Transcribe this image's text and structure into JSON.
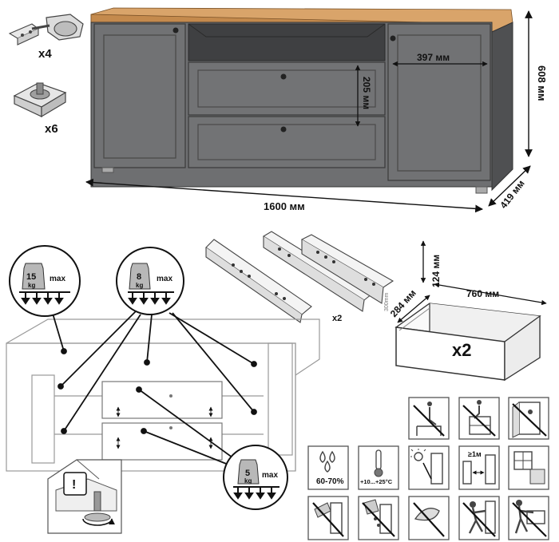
{
  "hardware": {
    "hinges_qty": "x4",
    "feet_qty": "x6"
  },
  "dimensions": {
    "opening_width": "397 мм",
    "drawer_height": "205 мм",
    "height": "608 мм",
    "width": "1600 мм",
    "depth": "419 мм"
  },
  "rails": {
    "qty": "x2",
    "rail_length": "300mm"
  },
  "drawer_box": {
    "height": "124 мм",
    "width": "760 мм",
    "depth": "284 мм",
    "qty": "x2"
  },
  "load_limits": {
    "top": {
      "weight": "15",
      "unit": "kg",
      "max": "max"
    },
    "shelves": {
      "weight": "8",
      "unit": "kg",
      "max": "max"
    },
    "drawers": {
      "weight": "5",
      "unit": "kg",
      "max": "max"
    }
  },
  "environment": {
    "humidity": "60-70%",
    "temperature": "+10...+25°C",
    "distance": "≥1м"
  },
  "colors": {
    "body": "#6e6f71",
    "body_dark": "#4f5052",
    "top": "#c48a4d",
    "top_light": "#d9a46a",
    "outline": "#333333"
  },
  "icons": [
    "no-sitting-on-furniture-icon",
    "no-climbing-on-drawer-icon",
    "no-hanging-on-door-icon",
    "avoid-sunlight-icon",
    "distance-from-heater-icon",
    "window-protection-icon",
    "no-heavy-impact-icon",
    "no-liquid-spill-icon",
    "no-abrasive-cleaning-icon",
    "no-pushing-icon",
    "two-person-carry-icon"
  ]
}
